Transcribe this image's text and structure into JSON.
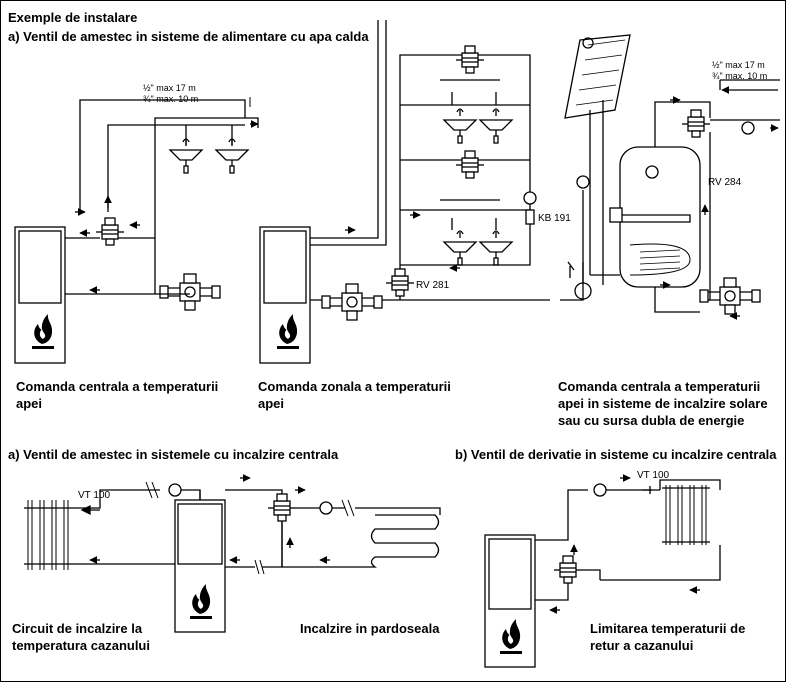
{
  "header": {
    "title": "Exemple de instalare",
    "section_a_top": "a) Ventil de amestec in sisteme de alimentare cu apa calda",
    "section_a_bottom": "a) Ventil de amestec in sistemele cu incalzire centrala",
    "section_b_bottom": "b) Ventil de derivatie in sisteme cu incalzire centrala"
  },
  "labels": {
    "pipe_half_1": "½\" max 17 m",
    "pipe_three_q_1": "¾\" max. 10 m",
    "pipe_half_2": "½\" max 17 m",
    "pipe_three_q_2": "¾\" max. 10 m",
    "rv281": "RV 281",
    "kb191": "KB 191",
    "rv284": "RV 284",
    "vt100_left": "VT 100",
    "vt100_right": "VT 100"
  },
  "captions": {
    "c1_l1": "Comanda centrala a temperaturii",
    "c1_l2": "apei",
    "c2_l1": "Comanda zonala a temperaturii",
    "c2_l2": "apei",
    "c3_l1": "Comanda centrala a temperaturii",
    "c3_l2": "apei in sisteme de incalzire solare",
    "c3_l3": "sau cu sursa dubla de energie",
    "c4_l1": "Circuit de incalzire la",
    "c4_l2": "temperatura cazanului",
    "c5_l1": "Incalzire in pardoseala",
    "c6_l1": "Limitarea temperaturii de",
    "c6_l2": "retur a cazanului"
  }
}
